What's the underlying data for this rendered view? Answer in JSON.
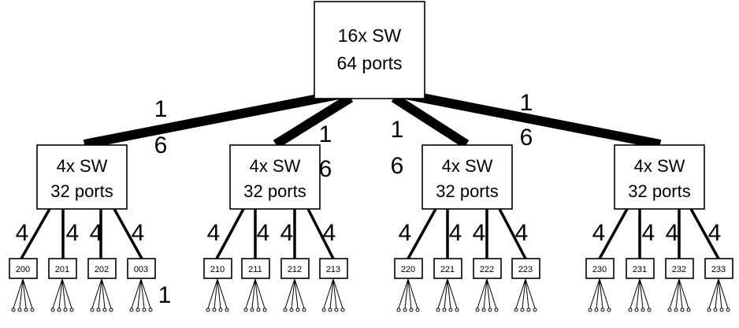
{
  "root": {
    "line1": "16x SW",
    "line2": "64 ports"
  },
  "trunk_labels": [
    {
      "top": "1",
      "bottom": "6"
    },
    {
      "top": "1",
      "bottom": "6"
    },
    {
      "top": "1",
      "bottom": "6"
    },
    {
      "top": "1",
      "bottom": "6"
    }
  ],
  "groups": [
    {
      "line1": "4x SW",
      "line2": "32 ports",
      "port_label": "4",
      "leaves": [
        "200",
        "201",
        "202",
        "003"
      ]
    },
    {
      "line1": "4x SW",
      "line2": "32 ports",
      "port_label": "4",
      "leaves": [
        "210",
        "211",
        "212",
        "213"
      ]
    },
    {
      "line1": "4x SW",
      "line2": "32 ports",
      "port_label": "4",
      "leaves": [
        "220",
        "221",
        "222",
        "223"
      ]
    },
    {
      "line1": "4x SW",
      "line2": "32 ports",
      "port_label": "4",
      "leaves": [
        "230",
        "231",
        "232",
        "233"
      ]
    }
  ],
  "endpoint_label": "1"
}
